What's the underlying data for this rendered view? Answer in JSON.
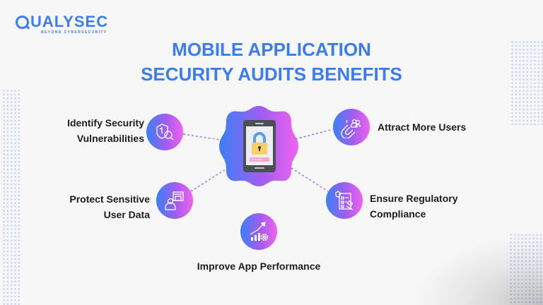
{
  "brand": {
    "name": "UALYSEC",
    "name_full": "QUALYSEC",
    "tagline": "BEYOND CYBERSECURITY",
    "color": "#3b7cf1"
  },
  "header": {
    "title_line1": "MOBILE APPLICATION",
    "title_line2": "SECURITY AUDITS BENEFITS"
  },
  "center": {
    "icon": "mobile-lock-icon",
    "gradient": [
      "#3a80f5",
      "#f063ee"
    ]
  },
  "benefits": [
    {
      "label_line1": "Identify Security",
      "label_line2": "Vulnerabilities",
      "icon": "shield-search-icon"
    },
    {
      "label_line1": "Attract More Users",
      "label_line2": "",
      "icon": "magnet-users-icon"
    },
    {
      "label_line1": "Protect Sensitive",
      "label_line2": "User Data",
      "icon": "user-data-lock-icon"
    },
    {
      "label_line1": "Ensure Regulatory",
      "label_line2": "Compliance",
      "icon": "compliance-checklist-icon"
    },
    {
      "label_line1": "Improve App Performance",
      "label_line2": "",
      "icon": "performance-growth-icon"
    }
  ],
  "colors": {
    "background": "#f7f7f8",
    "accent_blue": "#3b7cf1",
    "accent_pink": "#f063ee",
    "text_dark": "#1d1d1f"
  }
}
